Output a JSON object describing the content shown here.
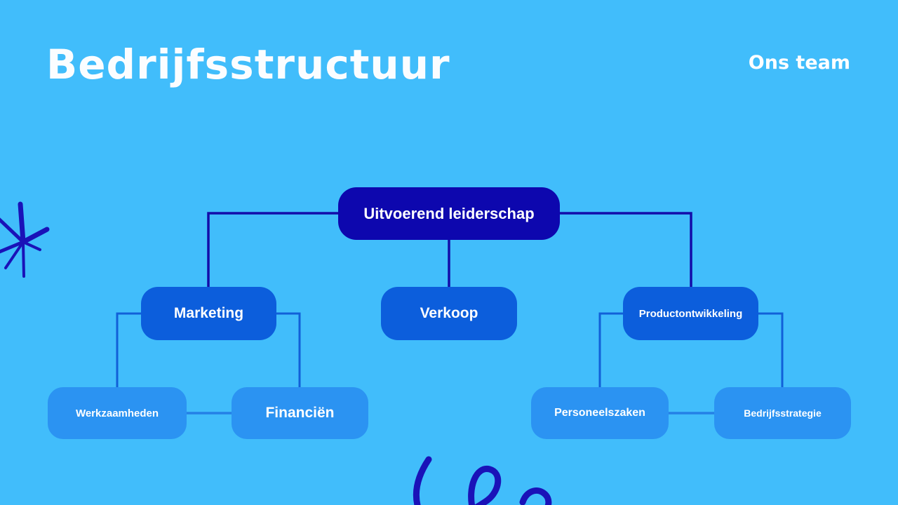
{
  "slide": {
    "title": "Bedrijfsstructuur",
    "tagline": "Ons team"
  },
  "org_chart": {
    "root": {
      "label": "Uitvoerend leiderschap"
    },
    "branches": [
      {
        "label": "Marketing"
      },
      {
        "label": "Verkoop"
      },
      {
        "label": "Productontwikkeling"
      }
    ],
    "leaves": [
      {
        "label": "Werkzaamheden"
      },
      {
        "label": "Financiën"
      },
      {
        "label": "Personeelszaken"
      },
      {
        "label": "Bedrijfsstrategie"
      }
    ]
  },
  "colors": {
    "background": "#41BDFB",
    "root_box": "#0D07AE",
    "branch_box": "#0C5EDC",
    "leaf_box": "#2B93F2",
    "connector_dark": "#130DA9",
    "connector_mid": "#1160D8",
    "connector_light": "#2480E6",
    "doodle": "#1A12B8",
    "text": "#FFFFFF"
  }
}
